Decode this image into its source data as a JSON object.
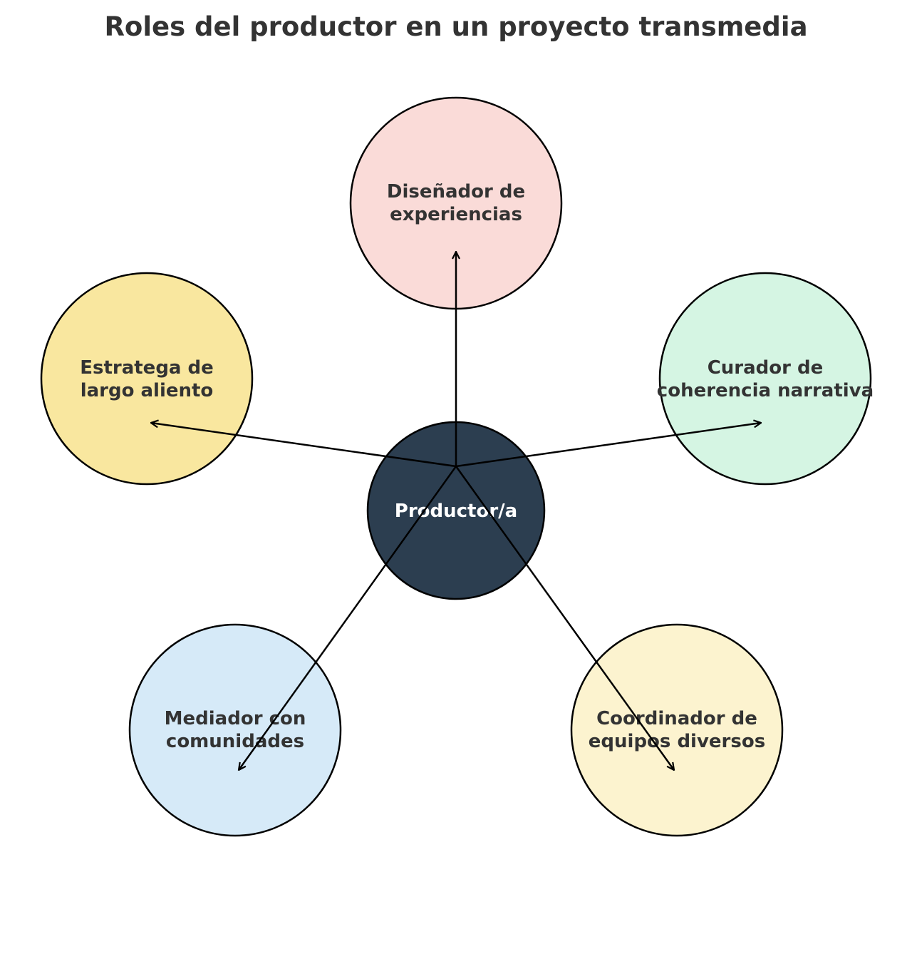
{
  "title": "Roles del productor en un proyecto transmedia",
  "center": {
    "label": "Productor/a",
    "color": "#2C3E50"
  },
  "roles": [
    {
      "line1": "Diseñador de",
      "line2": "experiencias",
      "color": "#FADBD8"
    },
    {
      "line1": "Curador de",
      "line2": "coherencia narrativa",
      "color": "#D5F5E3"
    },
    {
      "line1": "Coordinador de",
      "line2": "equipos diversos",
      "color": "#FCF3CF"
    },
    {
      "line1": "Mediador con",
      "line2": "comunidades",
      "color": "#D6EAF8"
    },
    {
      "line1": "Estratega de",
      "line2": "largo aliento",
      "color": "#F9E79F"
    }
  ]
}
